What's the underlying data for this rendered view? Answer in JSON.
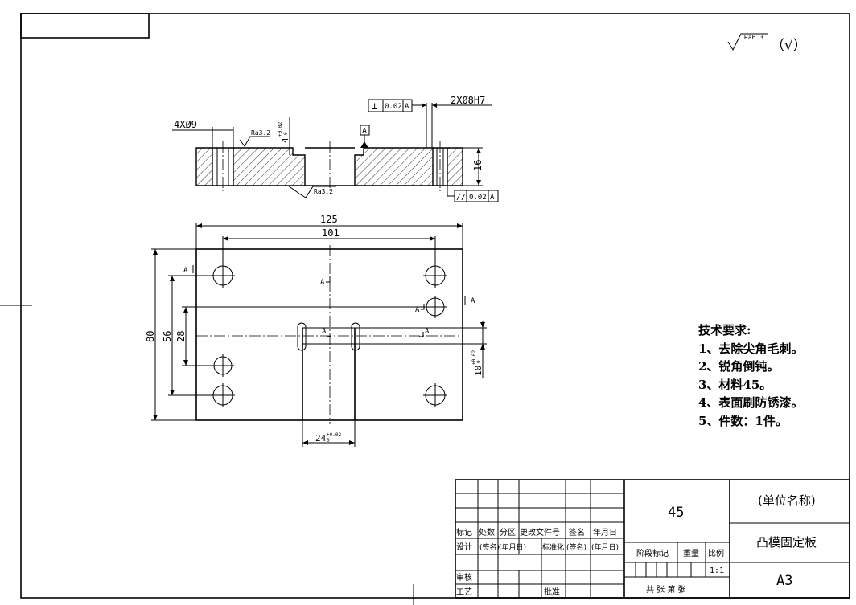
{
  "surface_roughness": {
    "general": "Ra6.3",
    "bracket": "（√）",
    "callout_top": "Ra3.2",
    "callout_bottom": "Ra3.2"
  },
  "section_view": {
    "holes_label": "4XØ9",
    "dowel_label": "2XØ8H7",
    "datum": "A",
    "perpendicularity": {
      "symbol": "⊥",
      "value": "0.02",
      "datum": "A"
    },
    "parallelism": {
      "symbol": "//",
      "value": "0.02",
      "datum": "A"
    },
    "thickness": "16",
    "slot_depth": "4",
    "slot_depth_tol": "+0.02\n0"
  },
  "plan_view": {
    "width_overall": "125",
    "hole_pitch_x": "101",
    "height_overall": "80",
    "hole_pitch_y": "56",
    "inner_pitch_y": "28",
    "slot_width": "24",
    "slot_width_tol": "+0.02\n0",
    "slot_height": "10",
    "slot_height_tol": "+0.02\n0",
    "section_mark": "A"
  },
  "tech_requirements": {
    "title": "技术要求:",
    "items": [
      "1、去除尖角毛刺。",
      "2、锐角倒钝。",
      "3、材料45。",
      "4、表面刷防锈漆。",
      "5、件数：1件。"
    ]
  },
  "title_block": {
    "material": "45",
    "company": "(单位名称)",
    "part_name": "凸模固定板",
    "sheet_size": "A3",
    "scale": "1:1",
    "labels": {
      "mark": "标记",
      "count": "处数",
      "zone": "分区",
      "change_doc": "更改文件号",
      "sign": "签名",
      "date": "年月日",
      "design": "设计",
      "sign_paren": "(签名)",
      "date_paren": "(年月日)",
      "standard": "标准化",
      "stage_mark": "阶段标记",
      "weight": "重量",
      "ratio": "比例",
      "review": "审核",
      "process": "工艺",
      "approve": "批准",
      "sheets": "共 张 第 张"
    }
  }
}
